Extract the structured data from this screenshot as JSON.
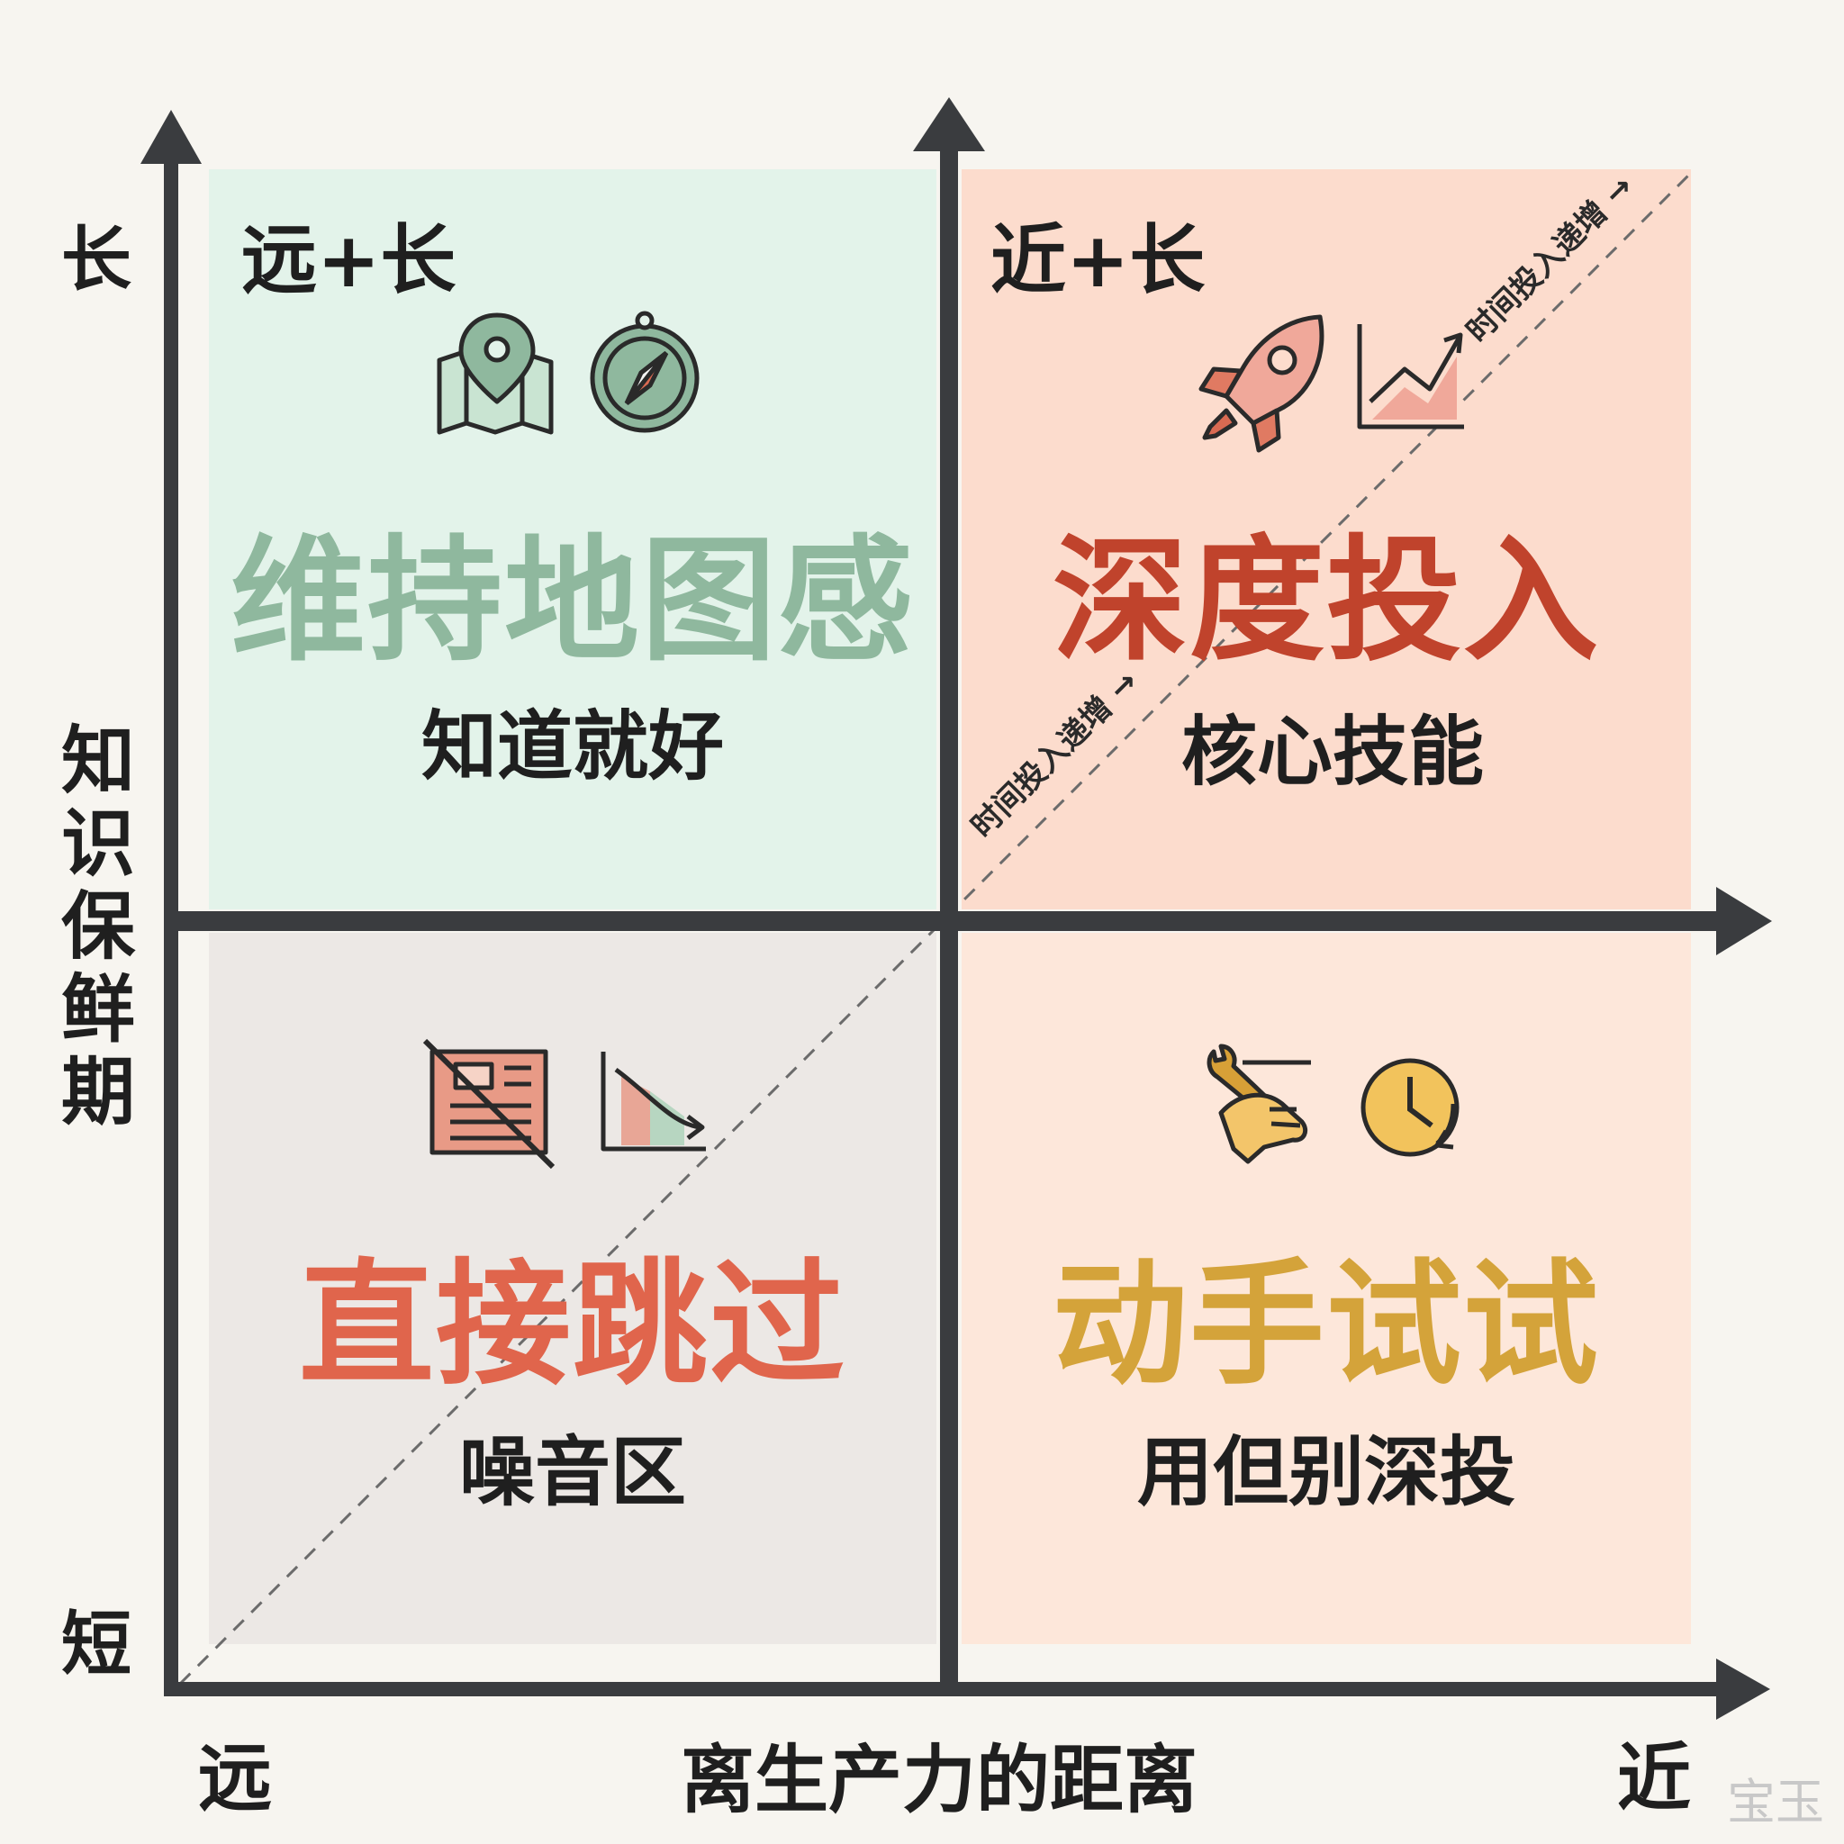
{
  "y_axis": {
    "title": "知识保鲜期",
    "high": "长",
    "low": "短"
  },
  "x_axis": {
    "title": "离生产力的距离",
    "left": "远",
    "right": "近"
  },
  "quadrants": {
    "top_left": {
      "corner": "远+长",
      "title": "维持地图感",
      "subtitle": "知道就好",
      "title_color": "#8fb89e",
      "icons": [
        "map-pin-icon",
        "compass-icon"
      ]
    },
    "top_right": {
      "corner": "近+长",
      "title": "深度投入",
      "subtitle": "核心技能",
      "title_color": "#c0432c",
      "icons": [
        "rocket-icon",
        "growth-chart-icon"
      ]
    },
    "bottom_left": {
      "corner": "",
      "title": "直接跳过",
      "subtitle": "噪音区",
      "title_color": "#e0654c",
      "icons": [
        "no-news-icon",
        "decline-chart-icon"
      ]
    },
    "bottom_right": {
      "corner": "",
      "title": "动手试试",
      "subtitle": "用但别深投",
      "title_color": "#d4a33a",
      "icons": [
        "wrench-hand-icon",
        "clock-icon"
      ]
    }
  },
  "diagonal": {
    "label_upper": "时间投入递增 →",
    "label_lower": "时间投入递增 →"
  },
  "watermark": "宝玉",
  "colors": {
    "axis": "#3a3c3f",
    "tl_bg": "#e3f3ea",
    "tr_bg": "#fcdccd",
    "bl_bg": "#ece8e5",
    "br_bg": "#fde7da"
  }
}
